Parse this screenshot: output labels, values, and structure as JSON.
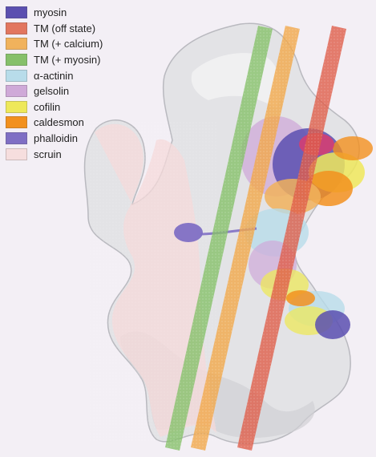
{
  "legend": [
    {
      "label": "myosin",
      "color": "#5b4fb0"
    },
    {
      "label": "TM (off state)",
      "color": "#e2765f"
    },
    {
      "label": "TM (+ calcium)",
      "color": "#f1b25c"
    },
    {
      "label": "TM (+ myosin)",
      "color": "#86c06a"
    },
    {
      "label": "α-actinin",
      "color": "#b8dcea"
    },
    {
      "label": "gelsolin",
      "color": "#cfa9d8"
    },
    {
      "label": "cofilin",
      "color": "#eee85a"
    },
    {
      "label": "caldesmon",
      "color": "#f2901e"
    },
    {
      "label": "phalloidin",
      "color": "#7f6fc4"
    },
    {
      "label": "scruin",
      "color": "#f6dede"
    }
  ],
  "colors": {
    "actin_surface": "#e2e2e4",
    "actin_shadow": "#b8b8bc",
    "background": "#f3eff5"
  }
}
